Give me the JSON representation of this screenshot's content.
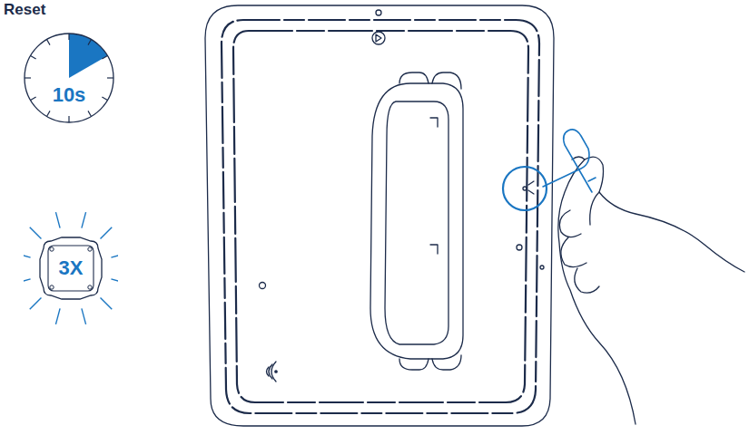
{
  "diagram": {
    "title": "Reset",
    "nodes": [
      {
        "text": [
          "10s"
        ]
      },
      {
        "text": [
          "3X"
        ]
      }
    ]
  }
}
